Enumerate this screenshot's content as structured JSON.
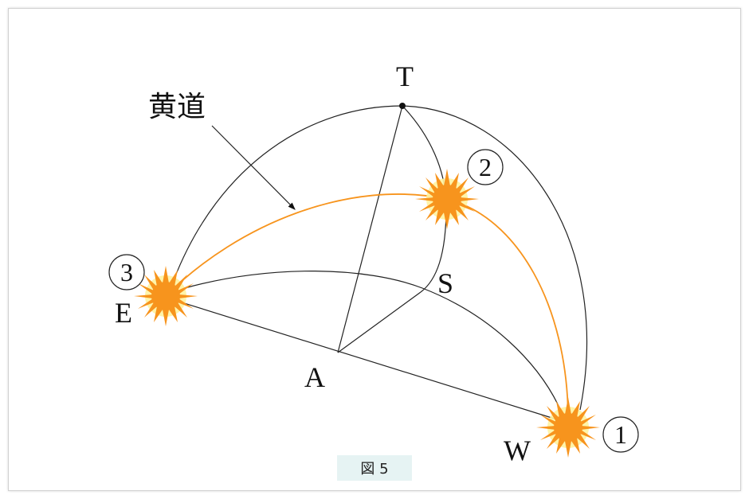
{
  "caption": "図 5",
  "labels": {
    "top": "T",
    "ecliptic": "黄道",
    "east": "E",
    "west": "W",
    "center": "A",
    "south": "S"
  },
  "positions": {
    "p1": "1",
    "p2": "2",
    "p3": "3"
  },
  "colors": {
    "ecliptic": "#f7941d",
    "sun_core": "#f7941d",
    "sun_glow": "#fff3a0",
    "line": "#222222"
  }
}
